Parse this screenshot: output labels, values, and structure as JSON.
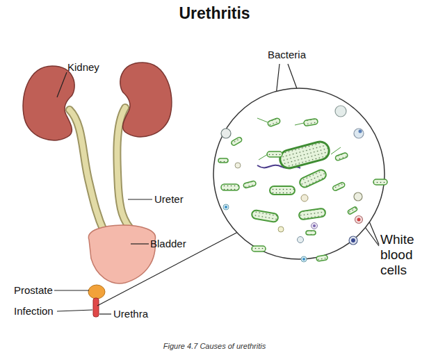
{
  "diagram": {
    "title": "Urethritis",
    "caption": "Figure 4.7 Causes of urethritis",
    "labels": [
      "Bacteria",
      "Kidney",
      "Ureter",
      "Bladder",
      "White blood cells",
      "Prostate",
      "Infection",
      "Urethra"
    ]
  }
}
